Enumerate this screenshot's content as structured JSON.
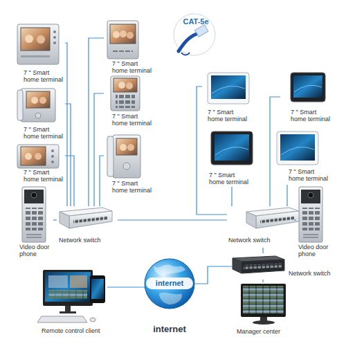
{
  "diagram": {
    "nodes": [
      {
        "text": [
          "7 \" Smart home terminal"
        ]
      },
      {
        "text": [
          "7 \" Smart home terminal"
        ]
      },
      {
        "text": [
          "CAT-5e"
        ]
      },
      {
        "text": [
          "7 \" Smart home terminal"
        ]
      },
      {
        "text": [
          "7 \" Smart home terminal"
        ]
      },
      {
        "text": [
          "7 \" Smart home terminal"
        ]
      },
      {
        "text": [
          "7 \" Smart home terminal"
        ]
      },
      {
        "text": [
          "7 \" Smart home terminal"
        ]
      },
      {
        "text": [
          "7 \" Smart home terminal"
        ]
      },
      {
        "text": [
          "7 \" Smart home terminal"
        ]
      },
      {
        "text": [
          "7 \" Smart home terminal"
        ]
      },
      {
        "text": [
          "Video door phone"
        ]
      },
      {
        "text": [
          "Network switch"
        ]
      },
      {
        "text": [
          "Network switch"
        ]
      },
      {
        "text": [
          "Video door phone"
        ]
      },
      {
        "text": [
          "Network switch"
        ]
      },
      {
        "text": [
          "internet",
          "internet"
        ]
      },
      {
        "text": [
          "Remote control client"
        ]
      },
      {
        "text": [
          "Manager center"
        ]
      }
    ],
    "edges": [
      {
        "from": 0,
        "to": 12,
        "arrow": "none"
      },
      {
        "from": 5,
        "to": 12,
        "arrow": "none"
      },
      {
        "from": 7,
        "to": 12,
        "arrow": "none"
      },
      {
        "from": 1,
        "to": 12,
        "arrow": "none"
      },
      {
        "from": 6,
        "to": 12,
        "arrow": "none"
      },
      {
        "from": 8,
        "to": 12,
        "arrow": "none"
      },
      {
        "from": 11,
        "to": 12,
        "arrow": "none"
      },
      {
        "from": 12,
        "to": 13,
        "arrow": "none"
      },
      {
        "from": 3,
        "to": 13,
        "arrow": "none"
      },
      {
        "from": 4,
        "to": 13,
        "arrow": "none"
      },
      {
        "from": 9,
        "to": 13,
        "arrow": "none"
      },
      {
        "from": 10,
        "to": 13,
        "arrow": "none"
      },
      {
        "from": 14,
        "to": 13,
        "arrow": "none"
      },
      {
        "from": 13,
        "to": 15,
        "arrow": "none"
      },
      {
        "from": 15,
        "to": 18,
        "arrow": "none"
      },
      {
        "from": 15,
        "to": 16,
        "arrow": "none"
      },
      {
        "from": 16,
        "to": 17,
        "arrow": "none"
      }
    ]
  }
}
